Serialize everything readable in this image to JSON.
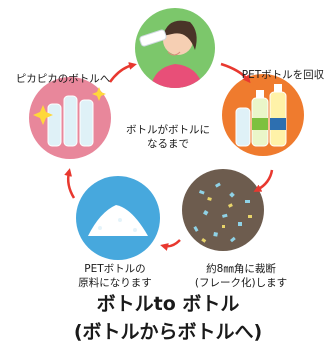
{
  "steps": [
    {
      "label": "PETボトルを回収"
    },
    {
      "label": "約8㎜角に裁断\n(フレーク化)します"
    },
    {
      "label": "PETボトルの\n原料になります"
    },
    {
      "label": "ピカピカのボトルへ"
    }
  ],
  "center_label": "ボトルがボトルに\nなるまで",
  "title_line1": "ボトルto ボトル",
  "title_line2": "(ボトルからボトルへ)",
  "colors": {
    "drinker_bg": "#7cc76b",
    "recycle_bg": "#ef7b2e",
    "flake_bg": "#6d5c4e",
    "material_bg": "#47a8dd",
    "shiny_bg": "#e8879b",
    "arrow": "#e8382f"
  }
}
